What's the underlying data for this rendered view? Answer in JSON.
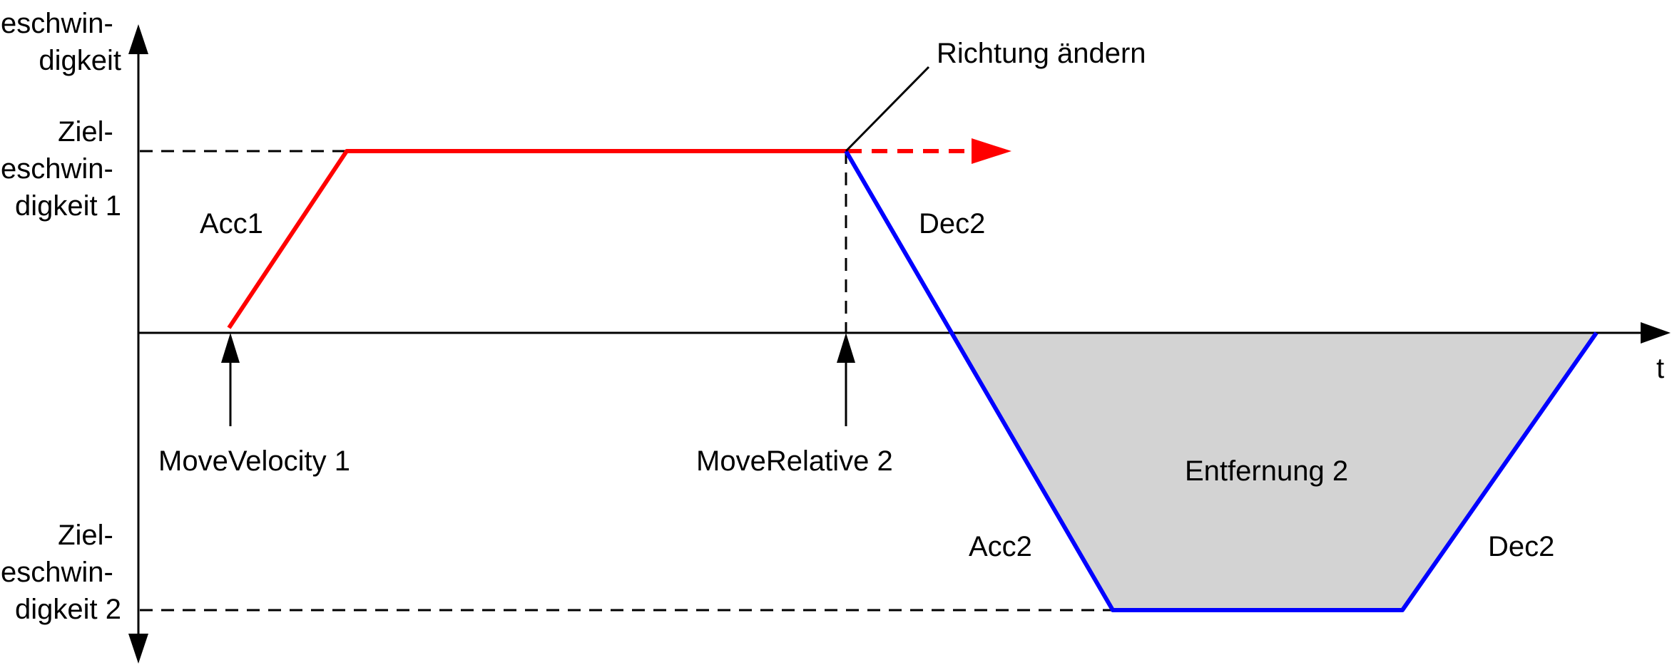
{
  "y_axis_label": [
    "Geschwin-",
    "digkeit"
  ],
  "x_axis_label": "t",
  "target_velocity_1_label": [
    "Ziel-",
    "geschwin-",
    "digkeit 1"
  ],
  "target_velocity_2_label": [
    "Ziel-",
    "geschwin-",
    "digkeit 2"
  ],
  "phase_labels": {
    "acc1": "Acc1",
    "dec2_upper": "Dec2",
    "acc2": "Acc2",
    "dec2_lower": "Dec2"
  },
  "event_labels": {
    "move_velocity": "MoveVelocity 1",
    "move_relative": "MoveRelative 2",
    "direction_change": "Richtung ändern"
  },
  "area_label": "Entfernung 2",
  "colors": {
    "velocity_profile_1": "#ff0000",
    "velocity_profile_2": "#0000ff",
    "distance_area": "#d3d3d3",
    "axes": "#000000"
  }
}
